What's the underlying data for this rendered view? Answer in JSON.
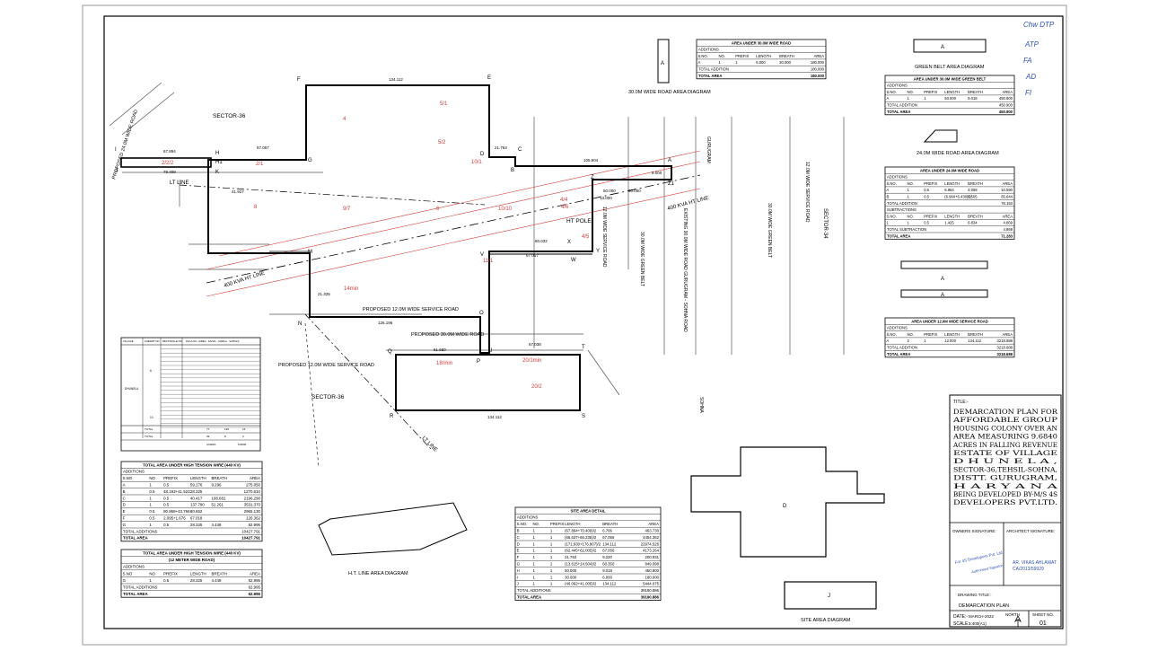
{
  "plan_labels": {
    "sector36_top": "SECTOR-36",
    "sector36_bottom": "SECTOR-36",
    "sector34": "SECTOR-34",
    "proposed_24m_road": "PROPOSED 24.0M WIDE ROAD",
    "lt_line_top": "LT LINE",
    "lt_line_bottom": "LT LINE",
    "ht_line_left": "400 KVA HT LINE",
    "ht_line_right": "400 KVA HT LINE",
    "ht_pole": "HT POLE",
    "service_road_upper": "PROPOSED 12.0M WIDE SERVICE ROAD",
    "road_30m": "PROPOSED 30.0M WIDE ROAD",
    "service_road_lower": "PROPOSED 12.0M WIDE SERVICE ROAD",
    "green_belt_30m": "30.0M WIDE GREEN BELT",
    "gurugram": "GURUGRAM",
    "existing_road": "EXISTING 90.0M WIDE ROAD GURUGRAM - SOHNA ROAD",
    "sohna": "SOHNA",
    "service_road_12m_v": "12.0M WIDE SERVICE ROAD",
    "road_30m_diagram": "30.0M WIDE ROAD AREA DIAGRAM",
    "green_belt_diagram": "GREEN BELT AREA DIAGRAM",
    "road_24m_diagram": "24.0M WIDE ROAD AREA DIAGRAM",
    "ht_line_diagram": "H.T. LINE AREA DIAGRAM",
    "site_area_diagram": "SITE AREA DIAGRAM"
  },
  "points": [
    "F",
    "E",
    "G",
    "D",
    "C",
    "B",
    "H",
    "H1",
    "K",
    "I",
    "J",
    "A",
    "Z",
    "Z1",
    "M",
    "L",
    "V",
    "W",
    "X",
    "Y",
    "N",
    "O",
    "P",
    "U",
    "T",
    "Q",
    "R",
    "S"
  ],
  "dims": [
    "134.112",
    "67.057",
    "67.894",
    "79.409",
    "21.763",
    "105.604",
    "41.927",
    "50.000",
    "60.000",
    "80.032",
    "67.057",
    "126.196",
    "61.650",
    "67.038",
    "134.112",
    "13.000",
    "8.000",
    "50.000"
  ],
  "table_30m": {
    "title": "AREA UNDER 30.0M WIDE ROAD",
    "sub": "ADDITIONS",
    "head": [
      "S.NO.",
      "NO.",
      "PREFIX",
      "LENGTH",
      "BREATH",
      "AREA"
    ],
    "rows": [
      [
        "A",
        "1",
        "1",
        "6.000",
        "30.000",
        "180.000"
      ]
    ],
    "total_add_label": "TOTAL ADDITION",
    "total_add": "180.000",
    "total_label": "TOTAL AREA",
    "total": "180.000"
  },
  "table_green": {
    "title": "AREA UNDER 30.0M WIDE GREEN BELT",
    "sub": "ADDITIONS",
    "head": [
      "S.NO.",
      "NO.",
      "PREFIX",
      "LENGTH",
      "BREATH",
      "AREA"
    ],
    "rows": [
      [
        "A",
        "1",
        "1",
        "50.000",
        "9.018",
        "450.900"
      ]
    ],
    "total_add_label": "TOTAL ADDITION",
    "total_add": "450.900",
    "total_label": "TOTAL AREA",
    "total": "450.900"
  },
  "table_24m": {
    "title": "AREA UNDER 24.0M WIDE ROAD",
    "sub": "ADDITIONS",
    "head": [
      "S.NO.",
      "NO.",
      "PREFIX",
      "LENGTH",
      "BREATH",
      "AREA"
    ],
    "rows": [
      [
        "A",
        "1",
        "0.5",
        "6.964",
        "3.058",
        "10.590"
      ],
      [
        "B",
        "1",
        "0.5",
        "(6.964+6.430)/2",
        "9.505",
        "65.644"
      ]
    ],
    "total_add_label": "TOTAL ADDITION",
    "total_add": "76.153",
    "sub2": "SUBTRACTIONS",
    "rows2": [
      [
        "1",
        "1",
        "0.5",
        "1.425",
        "6.834",
        "4.869"
      ]
    ],
    "total_sub_label": "TOTAL SUBTRACTION",
    "total_sub": "4.869",
    "total_label": "TOTAL AREA",
    "total": "71.283"
  },
  "table_12m": {
    "title": "AREA UNDER 12.0M WIDE SERVICE ROAD",
    "sub": "ADDITIONS",
    "head": [
      "S.NO.",
      "NO.",
      "PREFIX",
      "LENGTH",
      "BREATH",
      "AREA"
    ],
    "rows": [
      [
        "A",
        "2",
        "1",
        "12.000",
        "134.112",
        "3218.688"
      ]
    ],
    "total_add_label": "TOTAL ADDITION",
    "total_add": "3218.688",
    "total_label": "TOTAL AREA",
    "total": "3218.688"
  },
  "table_ht440": {
    "title": "TOTAL AREA UNDER HIGH TENSION WIRE (440 KV)",
    "sub": "ADDITIONS",
    "head": [
      "S.NO",
      "NO",
      "PREFIX",
      "LENGTH",
      "BREATH",
      "AREA"
    ],
    "rows": [
      [
        "A",
        "1",
        "0.5",
        "59.176",
        "9.296",
        "275.050"
      ],
      [
        "B",
        "0.5",
        "48.193+41.523",
        "28.325",
        "1270.610"
      ],
      [
        "C",
        "1",
        "0.5",
        "40.417",
        "108.681",
        "2196.290"
      ],
      [
        "D",
        "1",
        "0.5",
        "137.790",
        "51.261",
        "3531.370"
      ],
      [
        "E",
        "0.5",
        "80.969+43.766",
        "80.652",
        "2965.130"
      ],
      [
        "F",
        "0.5",
        "2.095+1.676",
        "67.018",
        "126.362"
      ],
      [
        "G",
        "1",
        "0.5",
        "28.325",
        "4.448",
        "62.995"
      ]
    ],
    "total_add_label": "TOTAL ADDITIONS",
    "total_add": "10427.791",
    "total_label": "TOTAL AREA",
    "total": "10427.791"
  },
  "table_ht12": {
    "title1": "TOTAL AREA UNDER HIGH TENSION WIRE (440 KV)",
    "title2": "(12 METER WIDE ROAD)",
    "sub": "ADDITIONS",
    "head": [
      "S.NO",
      "NO",
      "PREFIX",
      "LENGTH",
      "BREATH",
      "AREA"
    ],
    "rows": [
      [
        "G",
        "1",
        "0.5",
        "28.325",
        "4.448",
        "62.995"
      ]
    ],
    "total_add_label": "TOTAL ADDITIONS",
    "total_add": "62.995",
    "total_label": "TOTAL AREA",
    "total": "62.995"
  },
  "table_site": {
    "title": "SITE AREA DETAIL",
    "sub": "ADDITIONS",
    "head": [
      "S.NO.",
      "NO.",
      "PREFIX",
      "LENGTH",
      "BREATH",
      "AREA"
    ],
    "rows": [
      [
        "B",
        "1",
        "1",
        "(67.894+70.409)/2",
        "6.706",
        "463.730"
      ],
      [
        "C",
        "1",
        "1",
        "(66.637+66.235)/2",
        "67.056",
        "4454.362"
      ],
      [
        "D",
        "1",
        "1",
        "(171.930+176.807)/2",
        "134.112",
        "22974.526"
      ],
      [
        "E",
        "1",
        "1",
        "(62.445+62.005)/2",
        "67.056",
        "4173.264"
      ],
      [
        "F",
        "1",
        "1",
        "21.763",
        "9.220",
        "200.931"
      ],
      [
        "G",
        "1",
        "1",
        "(13.615+14.504)/2",
        "60.350",
        "849.098"
      ],
      [
        "H",
        "1",
        "1",
        "50.000",
        "9.018",
        "450.900"
      ],
      [
        "I",
        "1",
        "1",
        "30.000",
        "6.000",
        "180.000"
      ],
      [
        "J",
        "1",
        "1",
        "(40.092+41.005)/2",
        "134.112",
        "5444.075"
      ]
    ],
    "total_add_label": "TOTAL ADDITIONS",
    "total_add": "39190.886",
    "total_label": "TOTAL AREA",
    "total": "39190.886"
  },
  "village_table": {
    "head": [
      "VILLAGE",
      "KHEWAT NO.",
      "RECTANGLE NO.",
      "KILLA NO. (AREA : KANAL - MARLA - SARSAI)"
    ],
    "village": "DHUNELA",
    "rect1": "6",
    "rect2": "10",
    "total_label": "TOTAL",
    "total_row": [
      "TOTAL",
      "77",
      "190",
      "15"
    ],
    "grand_row": [
      "TOTAL",
      "39",
      "8",
      "0"
    ],
    "acres_row": [
      "ACRES",
      "",
      "9.6840"
    ]
  },
  "title_block": {
    "title_label": "TITLE:-",
    "title_lines": [
      "DEMARCATION PLAN FOR",
      "AFFORDABLE GROUP",
      "HOUSING COLONY OVER AN",
      "AREA MEASURING 9.6840",
      "ACRES IN FALLING REVENUE",
      "ESTATE OF VILLAGE",
      "D H U N E L A ,",
      "SECTOR-36,TEHSIL-SOHNA,",
      "DISTT. GURUGRAM,",
      "H A R Y A N A",
      "BEING DEVELOPED BY-M/S 4S",
      "DEVELOPERS PVT.LTD."
    ],
    "owners_sig": "OWNERS SIGNATURE:",
    "architect_sig": "ARCHITECT SIGNATURE:",
    "stamp_company": "For 4S Developers Pvt. Ltd.",
    "stamp_auth": "Authorised Signatory",
    "architect_name": "AR. VIKAS AHLAWAT",
    "architect_reg": "CA/2013/59929",
    "drawing_title_label": "DRAWING TITLE :",
    "drawing_title": "DEMARCATION PLAN",
    "date_label": "DATE:-",
    "date": "MARCH-2022",
    "scale_label": "SCALE:-",
    "scale": "1:400(A1)",
    "north_label": "NORTH",
    "sheet_label": "SHEET NO.",
    "sheet_no": "01"
  },
  "handwritten_notes": [
    "Chw DTP",
    "ATP",
    "FA",
    "AD",
    "FI"
  ],
  "colors": {
    "line": "#000000",
    "red": "#d23b3b",
    "blue_ink": "#2f4fb5"
  }
}
